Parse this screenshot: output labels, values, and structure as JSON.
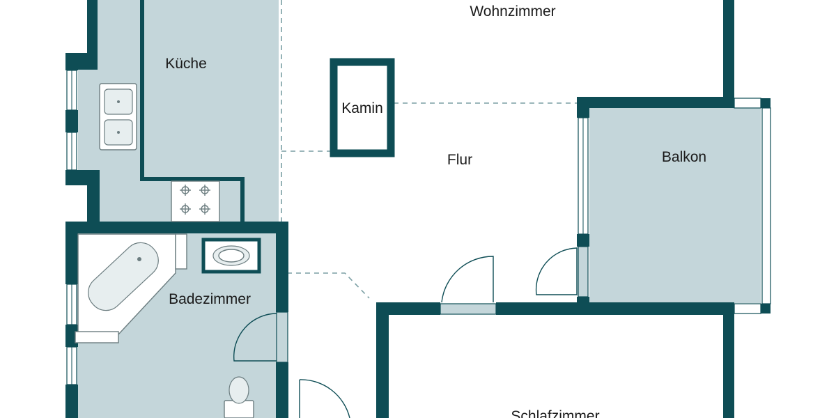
{
  "rooms": {
    "wohnzimmer": "Wohnzimmer",
    "kueche": "Küche",
    "kamin": "Kamin",
    "flur": "Flur",
    "balkon": "Balkon",
    "badezimmer": "Badezimmer",
    "schlafzimmer": "Schlafzimmer"
  },
  "colors": {
    "wall": "#0e4d55",
    "room_tint": "#c4d6da",
    "background": "#ffffff"
  }
}
